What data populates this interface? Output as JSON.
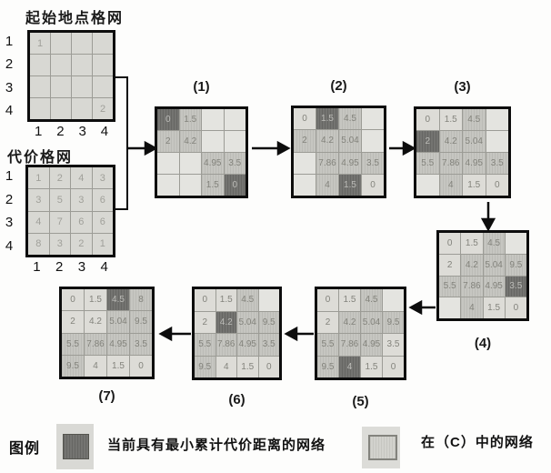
{
  "source_grids": {
    "start": {
      "title": "起始地点格网",
      "row_labels": [
        "1",
        "2",
        "3",
        "4"
      ],
      "col_labels": [
        "1",
        "2",
        "3",
        "4"
      ],
      "cells": [
        [
          "1",
          "",
          "",
          ""
        ],
        [
          "",
          "",
          "",
          ""
        ],
        [
          "",
          "",
          "",
          ""
        ],
        [
          "",
          "",
          "",
          "2"
        ]
      ]
    },
    "cost": {
      "title": "代价格网",
      "row_labels": [
        "1",
        "2",
        "3",
        "4"
      ],
      "col_labels": [
        "1",
        "2",
        "3",
        "4"
      ],
      "cells": [
        [
          "1",
          "2",
          "4",
          "3"
        ],
        [
          "3",
          "5",
          "3",
          "6"
        ],
        [
          "4",
          "7",
          "6",
          "6"
        ],
        [
          "8",
          "3",
          "2",
          "1"
        ]
      ]
    }
  },
  "steps": [
    {
      "label": "(1)",
      "cells": [
        [
          "0",
          "1.5",
          "",
          ""
        ],
        [
          "2",
          "4.2",
          "",
          ""
        ],
        [
          "",
          "",
          "4.95",
          "3.5"
        ],
        [
          "",
          "",
          "1.5",
          "0"
        ]
      ],
      "states": [
        [
          "d",
          "m",
          "e",
          "e"
        ],
        [
          "m",
          "m",
          "e",
          "e"
        ],
        [
          "e",
          "e",
          "m",
          "m"
        ],
        [
          "e",
          "e",
          "m",
          "d"
        ]
      ]
    },
    {
      "label": "(2)",
      "cells": [
        [
          "0",
          "1.5",
          "4.5",
          ""
        ],
        [
          "2",
          "4.2",
          "5.04",
          ""
        ],
        [
          "",
          "7.86",
          "4.95",
          "3.5"
        ],
        [
          "",
          "4",
          "1.5",
          "0"
        ]
      ],
      "states": [
        [
          "l",
          "d",
          "m",
          "e"
        ],
        [
          "m",
          "m",
          "m",
          "e"
        ],
        [
          "e",
          "m",
          "m",
          "m"
        ],
        [
          "e",
          "m",
          "d",
          "l"
        ]
      ]
    },
    {
      "label": "(3)",
      "cells": [
        [
          "0",
          "1.5",
          "4.5",
          ""
        ],
        [
          "2",
          "4.2",
          "5.04",
          ""
        ],
        [
          "5.5",
          "7.86",
          "4.95",
          "3.5"
        ],
        [
          "",
          "4",
          "1.5",
          "0"
        ]
      ],
      "states": [
        [
          "l",
          "l",
          "m",
          "e"
        ],
        [
          "d",
          "m",
          "m",
          "e"
        ],
        [
          "m",
          "m",
          "m",
          "m"
        ],
        [
          "e",
          "m",
          "l",
          "l"
        ]
      ]
    },
    {
      "label": "(4)",
      "cells": [
        [
          "0",
          "1.5",
          "4.5",
          ""
        ],
        [
          "2",
          "4.2",
          "5.04",
          "9.5"
        ],
        [
          "5.5",
          "7.86",
          "4.95",
          "3.5"
        ],
        [
          "",
          "4",
          "1.5",
          "0"
        ]
      ],
      "states": [
        [
          "l",
          "l",
          "m",
          "e"
        ],
        [
          "l",
          "m",
          "m",
          "m"
        ],
        [
          "m",
          "m",
          "m",
          "d"
        ],
        [
          "e",
          "m",
          "l",
          "l"
        ]
      ]
    },
    {
      "label": "(5)",
      "cells": [
        [
          "0",
          "1.5",
          "4.5",
          ""
        ],
        [
          "2",
          "4.2",
          "5.04",
          "9.5"
        ],
        [
          "5.5",
          "7.86",
          "4.95",
          "3.5"
        ],
        [
          "9.5",
          "4",
          "1.5",
          "0"
        ]
      ],
      "states": [
        [
          "l",
          "l",
          "m",
          "e"
        ],
        [
          "l",
          "m",
          "m",
          "m"
        ],
        [
          "m",
          "m",
          "m",
          "l"
        ],
        [
          "m",
          "d",
          "l",
          "l"
        ]
      ]
    },
    {
      "label": "(6)",
      "cells": [
        [
          "0",
          "1.5",
          "4.5",
          ""
        ],
        [
          "2",
          "4.2",
          "5.04",
          "9.5"
        ],
        [
          "5.5",
          "7.86",
          "4.95",
          "3.5"
        ],
        [
          "9.5",
          "4",
          "1.5",
          "0"
        ]
      ],
      "states": [
        [
          "l",
          "l",
          "m",
          "e"
        ],
        [
          "l",
          "d",
          "m",
          "m"
        ],
        [
          "m",
          "m",
          "m",
          "m"
        ],
        [
          "m",
          "l",
          "l",
          "l"
        ]
      ]
    },
    {
      "label": "(7)",
      "cells": [
        [
          "0",
          "1.5",
          "4.5",
          "8"
        ],
        [
          "2",
          "4.2",
          "5.04",
          "9.5"
        ],
        [
          "5.5",
          "7.86",
          "4.95",
          "3.5"
        ],
        [
          "9.5",
          "4",
          "1.5",
          "0"
        ]
      ],
      "states": [
        [
          "l",
          "l",
          "d",
          "m"
        ],
        [
          "l",
          "l",
          "m",
          "m"
        ],
        [
          "m",
          "m",
          "m",
          "m"
        ],
        [
          "m",
          "l",
          "l",
          "l"
        ]
      ]
    }
  ],
  "legend": {
    "title": "图例",
    "items": [
      {
        "swatch": "dark",
        "label": "当前具有最小累计代价距离的网络"
      },
      {
        "swatch": "light",
        "label": "在（C）中的网络"
      }
    ]
  },
  "colors": {
    "empty": "#e4e4e0",
    "settled": "#dddcd7",
    "candidate": "#c6c6c1",
    "current": "#747471",
    "srccell": "#d8d8d3",
    "gridline": "#9c9c96",
    "border": "#0d0d0d",
    "valuetext": "#83837c",
    "srctext": "#a0a09a",
    "darktext": "#bcbcb8"
  }
}
